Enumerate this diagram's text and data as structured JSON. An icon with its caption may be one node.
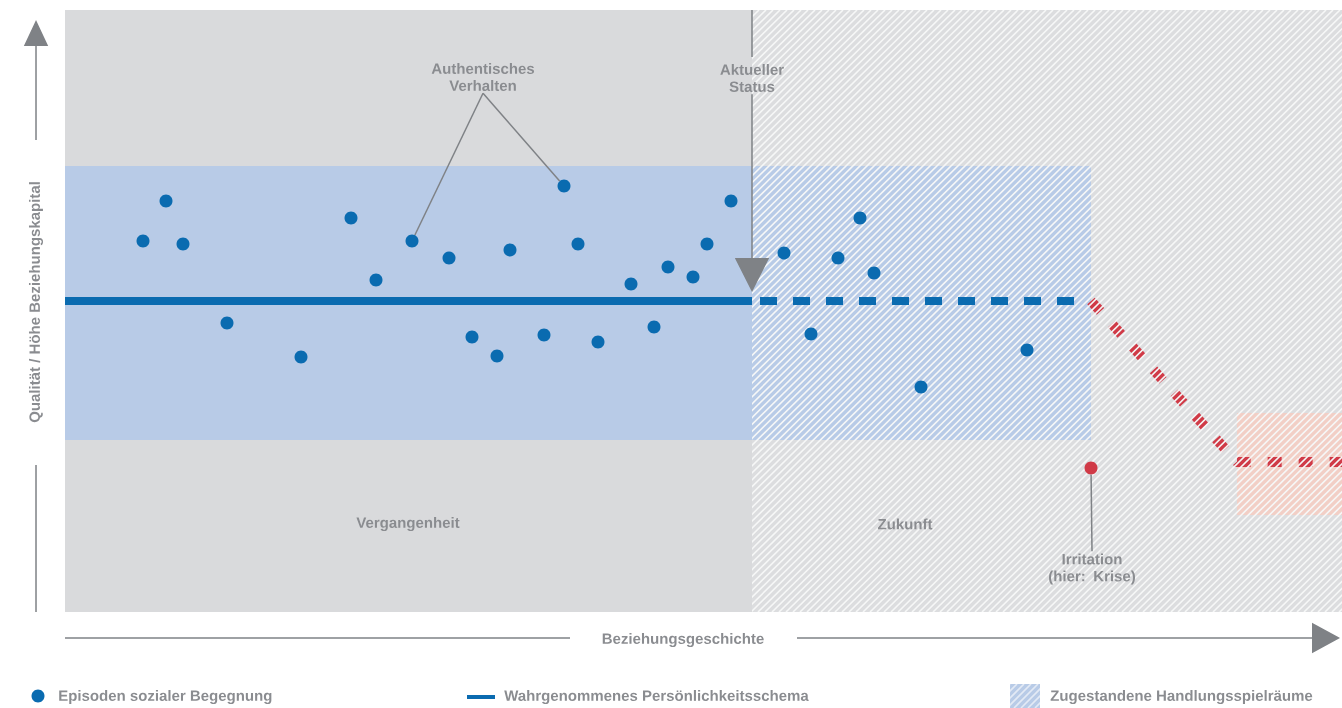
{
  "diagram": {
    "nodes": [
      {
        "text": [
          "Authentisches Verhalten"
        ]
      },
      {
        "text": [],
        "shape": "circle"
      },
      {
        "text": [],
        "shape": "circle"
      },
      {
        "text": [
          "Aktueller Status"
        ]
      },
      {
        "text": [
          "Irritation (hier: Krise)"
        ]
      },
      {
        "text": [],
        "shape": "circle"
      }
    ],
    "edges": [
      {
        "from": 0,
        "to": 1,
        "arrow": "none"
      },
      {
        "from": 0,
        "to": 2,
        "arrow": "none"
      },
      {
        "from": 3,
        "to": null,
        "arrow": "to"
      },
      {
        "from": 4,
        "to": 5,
        "arrow": "none"
      }
    ],
    "labels": [
      "Vergangenheit",
      "Zukunft",
      "Qualität / Höhe Beziehungskapital",
      "Beziehungsgeschichte"
    ],
    "legend": [
      {
        "text": "Episoden sozialer Begegnung"
      },
      {
        "text": "Wahrgenommenes Persönlichkeitsschema"
      },
      {
        "text": "Zugestandene Handlungsspielräume",
        "color": "#b8cbe7"
      }
    ]
  }
}
